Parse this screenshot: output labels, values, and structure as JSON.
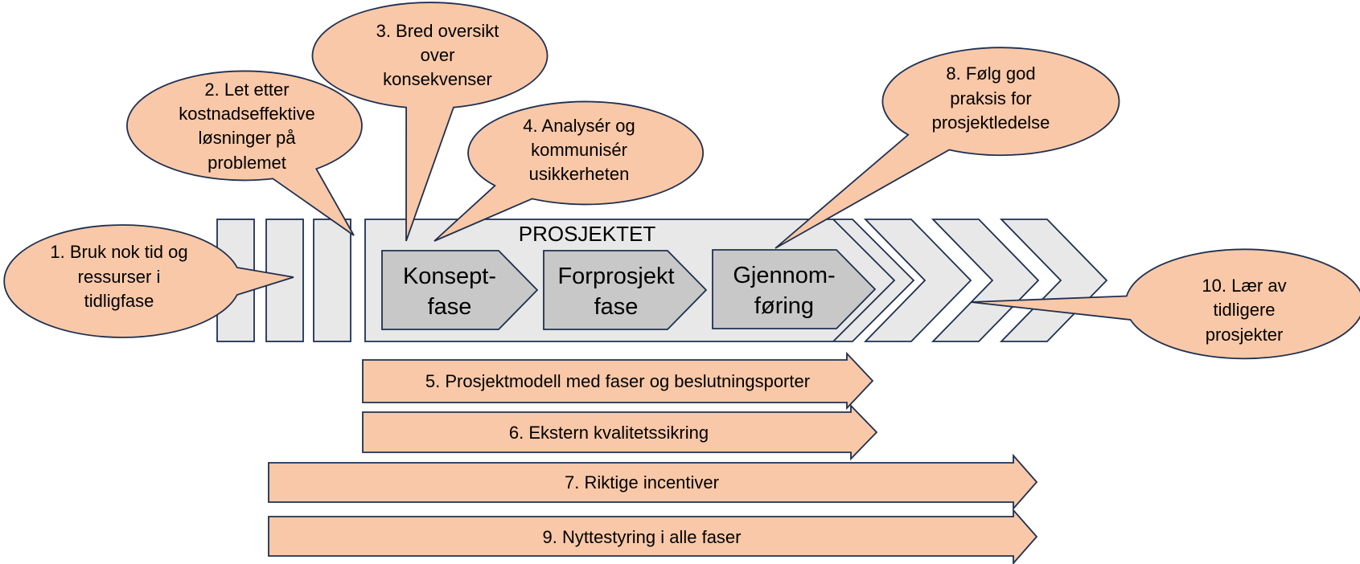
{
  "colors": {
    "callout_fill": "#f8c8a8",
    "outline": "#1f3050",
    "frame_fill": "#e8e8e8",
    "phase_fill": "#c8c8c8",
    "bar_fill": "#f8c8a8"
  },
  "project_frame": {
    "title": "PROSJEKTET"
  },
  "phases": [
    {
      "lines": [
        "Konsept-",
        "fase"
      ]
    },
    {
      "lines": [
        "Forprosjekt",
        "fase"
      ]
    },
    {
      "lines": [
        "Gjennom-",
        "føring"
      ]
    }
  ],
  "callouts": [
    {
      "lines": [
        "1. Bruk nok tid og",
        "ressurser i",
        "tidligfase"
      ]
    },
    {
      "lines": [
        "2. Let etter",
        "kostnadseffektive",
        "løsninger på",
        "problemet"
      ]
    },
    {
      "lines": [
        "3. Bred oversikt",
        "over",
        "konsekvenser"
      ]
    },
    {
      "lines": [
        "4. Analysér og",
        "kommunisér",
        "usikkerheten"
      ]
    },
    {
      "lines": [
        "8. Følg god",
        "praksis for",
        "prosjektledelse"
      ]
    },
    {
      "lines": [
        "10. Lær av",
        "tidligere",
        "prosjekter"
      ]
    }
  ],
  "bars": [
    {
      "label": "5. Prosjektmodell med faser og beslutningsporter"
    },
    {
      "label": "6. Ekstern kvalitetssikring"
    },
    {
      "label": "7. Riktige incentiver"
    },
    {
      "label": "9. Nyttestyring i alle faser"
    }
  ]
}
